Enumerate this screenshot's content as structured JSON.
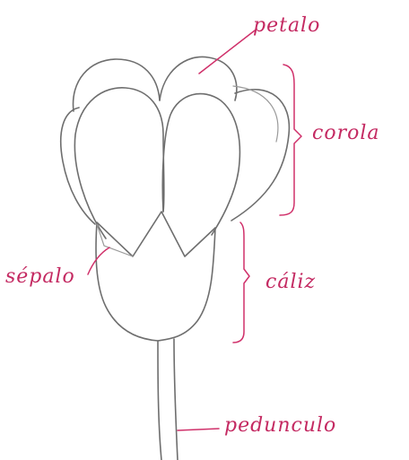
{
  "labels": {
    "petals": "petalo",
    "corolla": "corola",
    "sepal": "sépalo",
    "calyx": "cáliz",
    "peduncle": "pedunculo"
  },
  "colors": {
    "pencil": "#6e6e6e",
    "ink": "#d0306a"
  }
}
